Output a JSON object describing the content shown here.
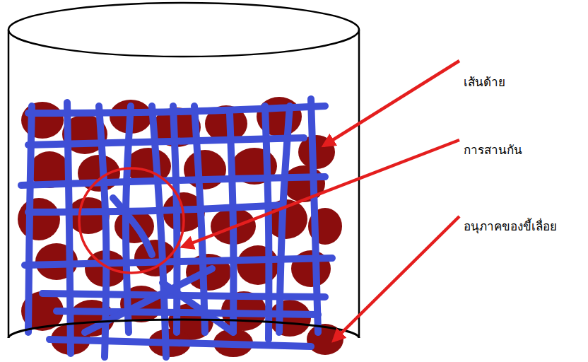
{
  "diagram": {
    "labels": [
      "เส้นด้าย",
      "การสานกัน",
      "อนุภาคของขี้เลื่อย"
    ]
  }
}
